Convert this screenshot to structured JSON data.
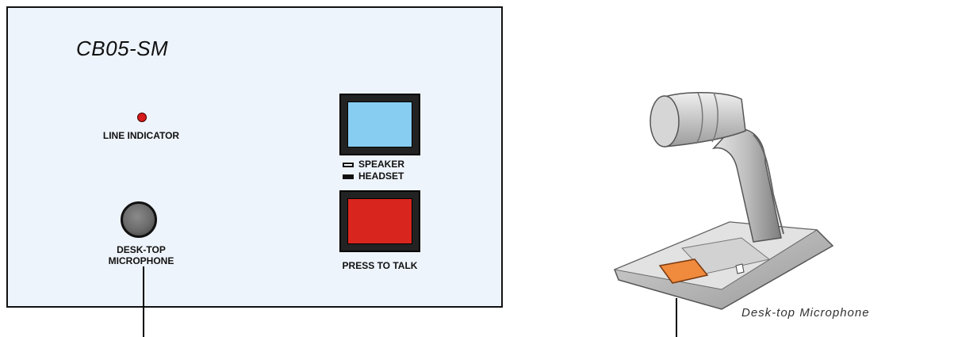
{
  "panel": {
    "model": "CB05-SM",
    "line_indicator_label": "LINE INDICATOR",
    "speaker_label": "SPEAKER",
    "headset_label": "HEADSET",
    "press_to_talk_label": "PRESS TO TALK",
    "jack_label_line1": "DESK-TOP",
    "jack_label_line2": "MICROPHONE"
  },
  "microphone": {
    "caption": "Desk-top Microphone"
  },
  "colors": {
    "panel_bg": "#eef4fb",
    "led": "#d81b1b",
    "speaker_button": "#87cdf2",
    "talk_button": "#d8261e",
    "mic_button": "#f08a3c"
  }
}
